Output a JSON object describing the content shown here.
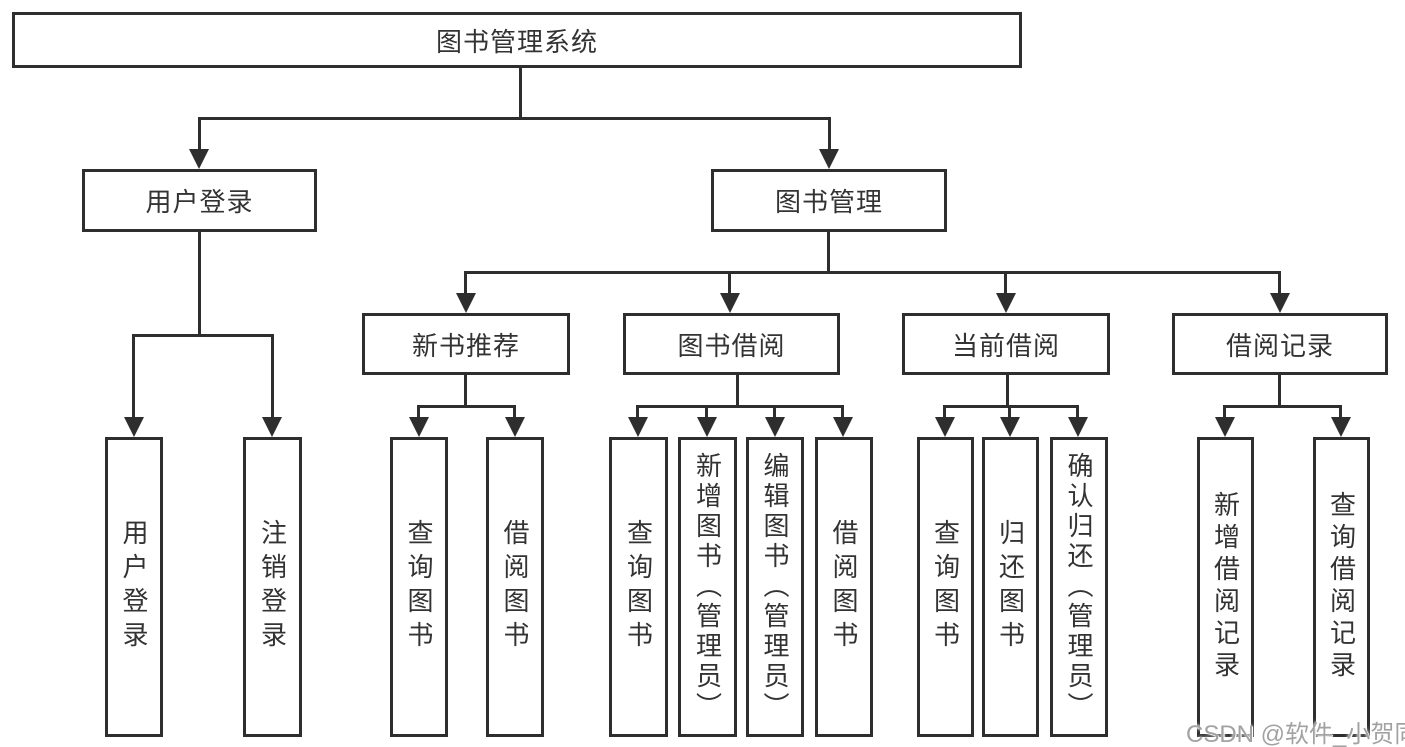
{
  "tree": {
    "label": "图书管理系统",
    "children": [
      {
        "label": "用户登录",
        "children": [
          {
            "label": "用户登录"
          },
          {
            "label": "注销登录"
          }
        ]
      },
      {
        "label": "图书管理",
        "children": [
          {
            "label": "新书推荐",
            "children": [
              {
                "label": "查询图书"
              },
              {
                "label": "借阅图书"
              }
            ]
          },
          {
            "label": "图书借阅",
            "children": [
              {
                "label": "查询图书"
              },
              {
                "label": "新增图书（管理员）"
              },
              {
                "label": "编辑图书（管理员）"
              },
              {
                "label": "借阅图书"
              }
            ]
          },
          {
            "label": "当前借阅",
            "children": [
              {
                "label": "查询图书"
              },
              {
                "label": "归还图书"
              },
              {
                "label": "确认归还（管理员）"
              }
            ]
          },
          {
            "label": "借阅记录",
            "children": [
              {
                "label": "新增借阅记录"
              },
              {
                "label": "查询借阅记录"
              }
            ]
          }
        ]
      }
    ]
  },
  "watermark": {
    "text": "CSDN @软件_小贺同学"
  },
  "colors": {
    "line": "#2e2e2e",
    "box_fill": "#ffffff",
    "text": "#333333",
    "watermark": "#a2a2a2"
  }
}
